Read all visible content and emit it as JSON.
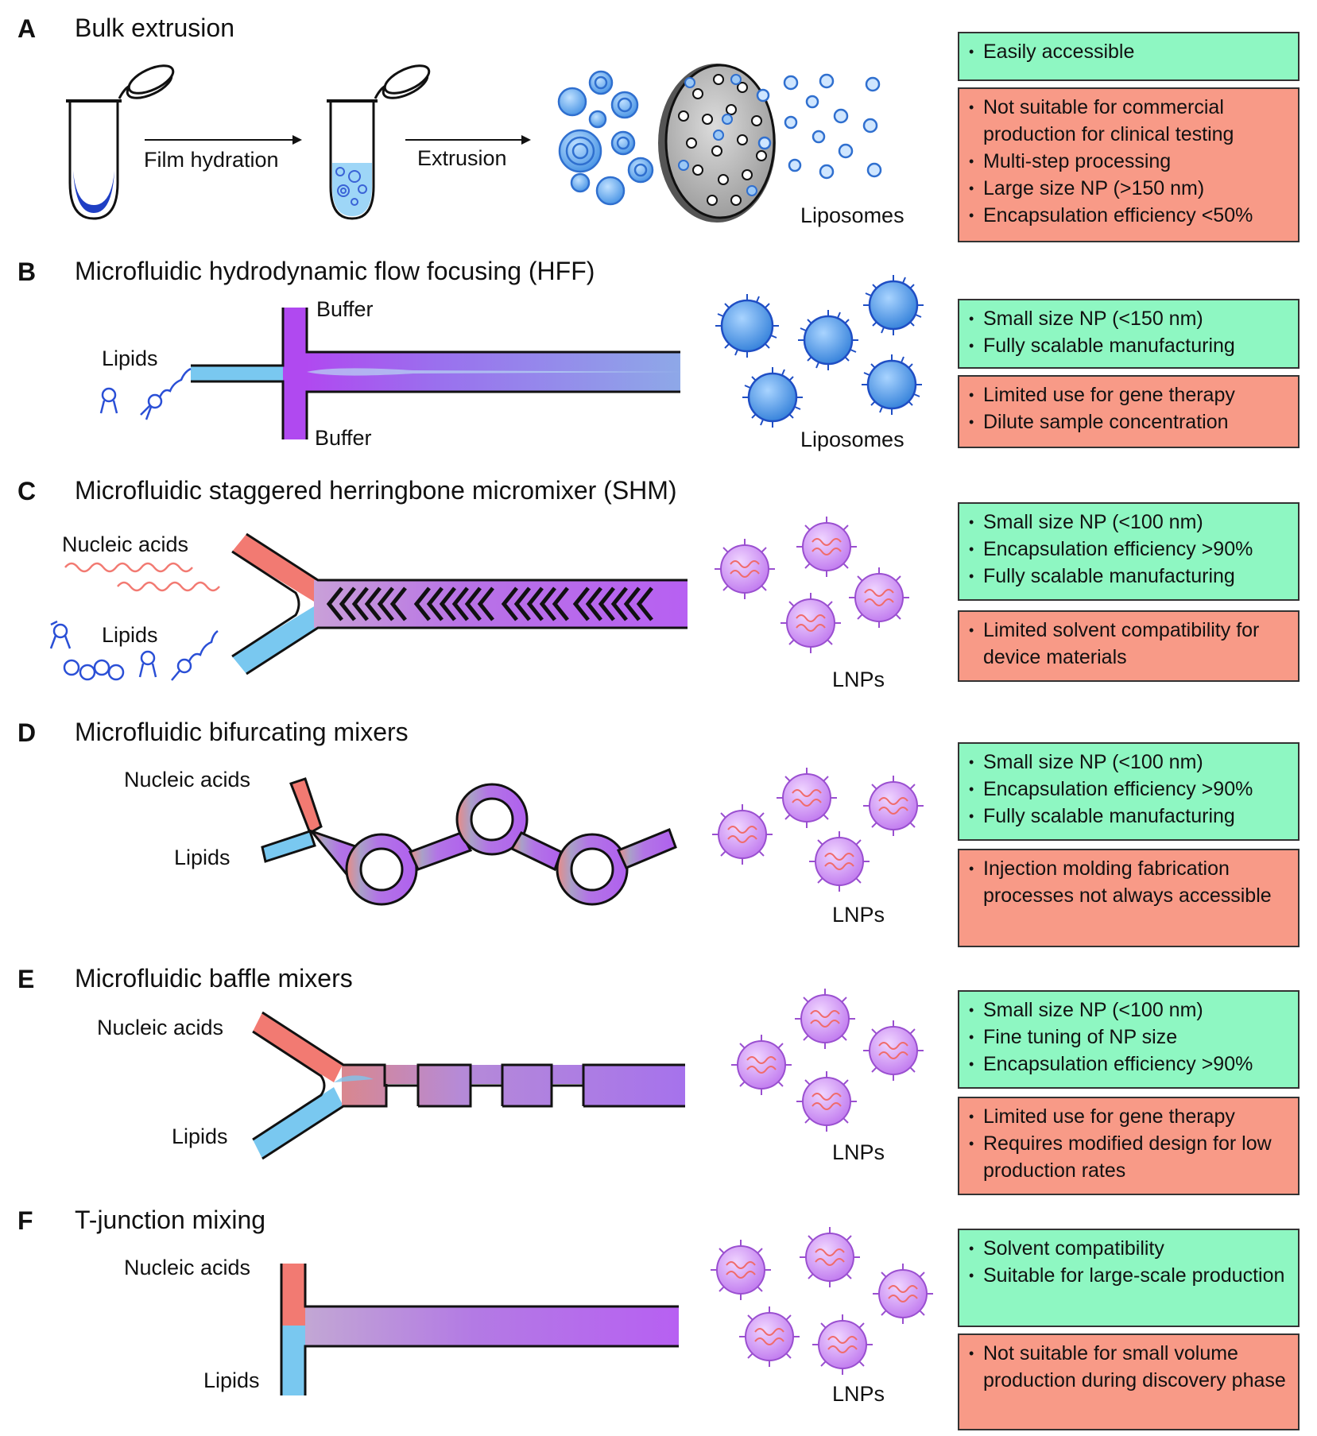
{
  "colors": {
    "pro_box": "#8ef7c2",
    "con_box": "#f89a87",
    "buffer_purple": "#b049f0",
    "lipid_blue": "#79c8f0",
    "nucleic_red": "#f27a72",
    "lnp_purple": "#cf8cf4",
    "liposome_blue": "#4d97e6"
  },
  "panels": [
    {
      "letter": "A",
      "title": "Bulk extrusion",
      "labels": {
        "step1": "Film hydration",
        "step2": "Extrusion",
        "product": "Liposomes"
      },
      "pros": [
        "Easily accessible"
      ],
      "cons": [
        "Not suitable for commercial production for clinical testing",
        "Multi-step processing",
        "Large size NP (>150 nm)",
        "Encapsulation efficiency <50%"
      ]
    },
    {
      "letter": "B",
      "title": "Microfluidic hydrodynamic flow focusing (HFF)",
      "labels": {
        "input1": "Lipids",
        "buffer_top": "Buffer",
        "buffer_bottom": "Buffer",
        "product": "Liposomes"
      },
      "pros": [
        "Small size NP (<150 nm)",
        "Fully scalable manufacturing"
      ],
      "cons": [
        "Limited use for gene therapy",
        "Dilute sample concentration"
      ]
    },
    {
      "letter": "C",
      "title": "Microfluidic staggered herringbone micromixer (SHM)",
      "labels": {
        "input1": "Nucleic acids",
        "input2": "Lipids",
        "product": "LNPs"
      },
      "pros": [
        "Small size NP (<100 nm)",
        "Encapsulation efficiency >90%",
        "Fully scalable manufacturing"
      ],
      "cons": [
        "Limited solvent compatibility for device materials"
      ]
    },
    {
      "letter": "D",
      "title": "Microfluidic bifurcating mixers",
      "labels": {
        "input1": "Nucleic acids",
        "input2": "Lipids",
        "product": "LNPs"
      },
      "pros": [
        "Small size NP (<100 nm)",
        "Encapsulation efficiency >90%",
        "Fully scalable manufacturing"
      ],
      "cons": [
        "Injection molding fabrication processes not always accessible"
      ]
    },
    {
      "letter": "E",
      "title": "Microfluidic baffle mixers",
      "labels": {
        "input1": "Nucleic acids",
        "input2": "Lipids",
        "product": "LNPs"
      },
      "pros": [
        "Small size NP (<100 nm)",
        "Fine tuning of NP size",
        "Encapsulation efficiency >90%"
      ],
      "cons": [
        "Limited use for gene therapy",
        "Requires modified design for low production rates"
      ]
    },
    {
      "letter": "F",
      "title": "T-junction mixing",
      "labels": {
        "input1": "Nucleic acids",
        "input2": "Lipids",
        "product": "LNPs"
      },
      "pros": [
        "Solvent compatibility",
        "Suitable for large-scale production"
      ],
      "cons": [
        "Not suitable for small volume production during discovery phase"
      ]
    }
  ]
}
